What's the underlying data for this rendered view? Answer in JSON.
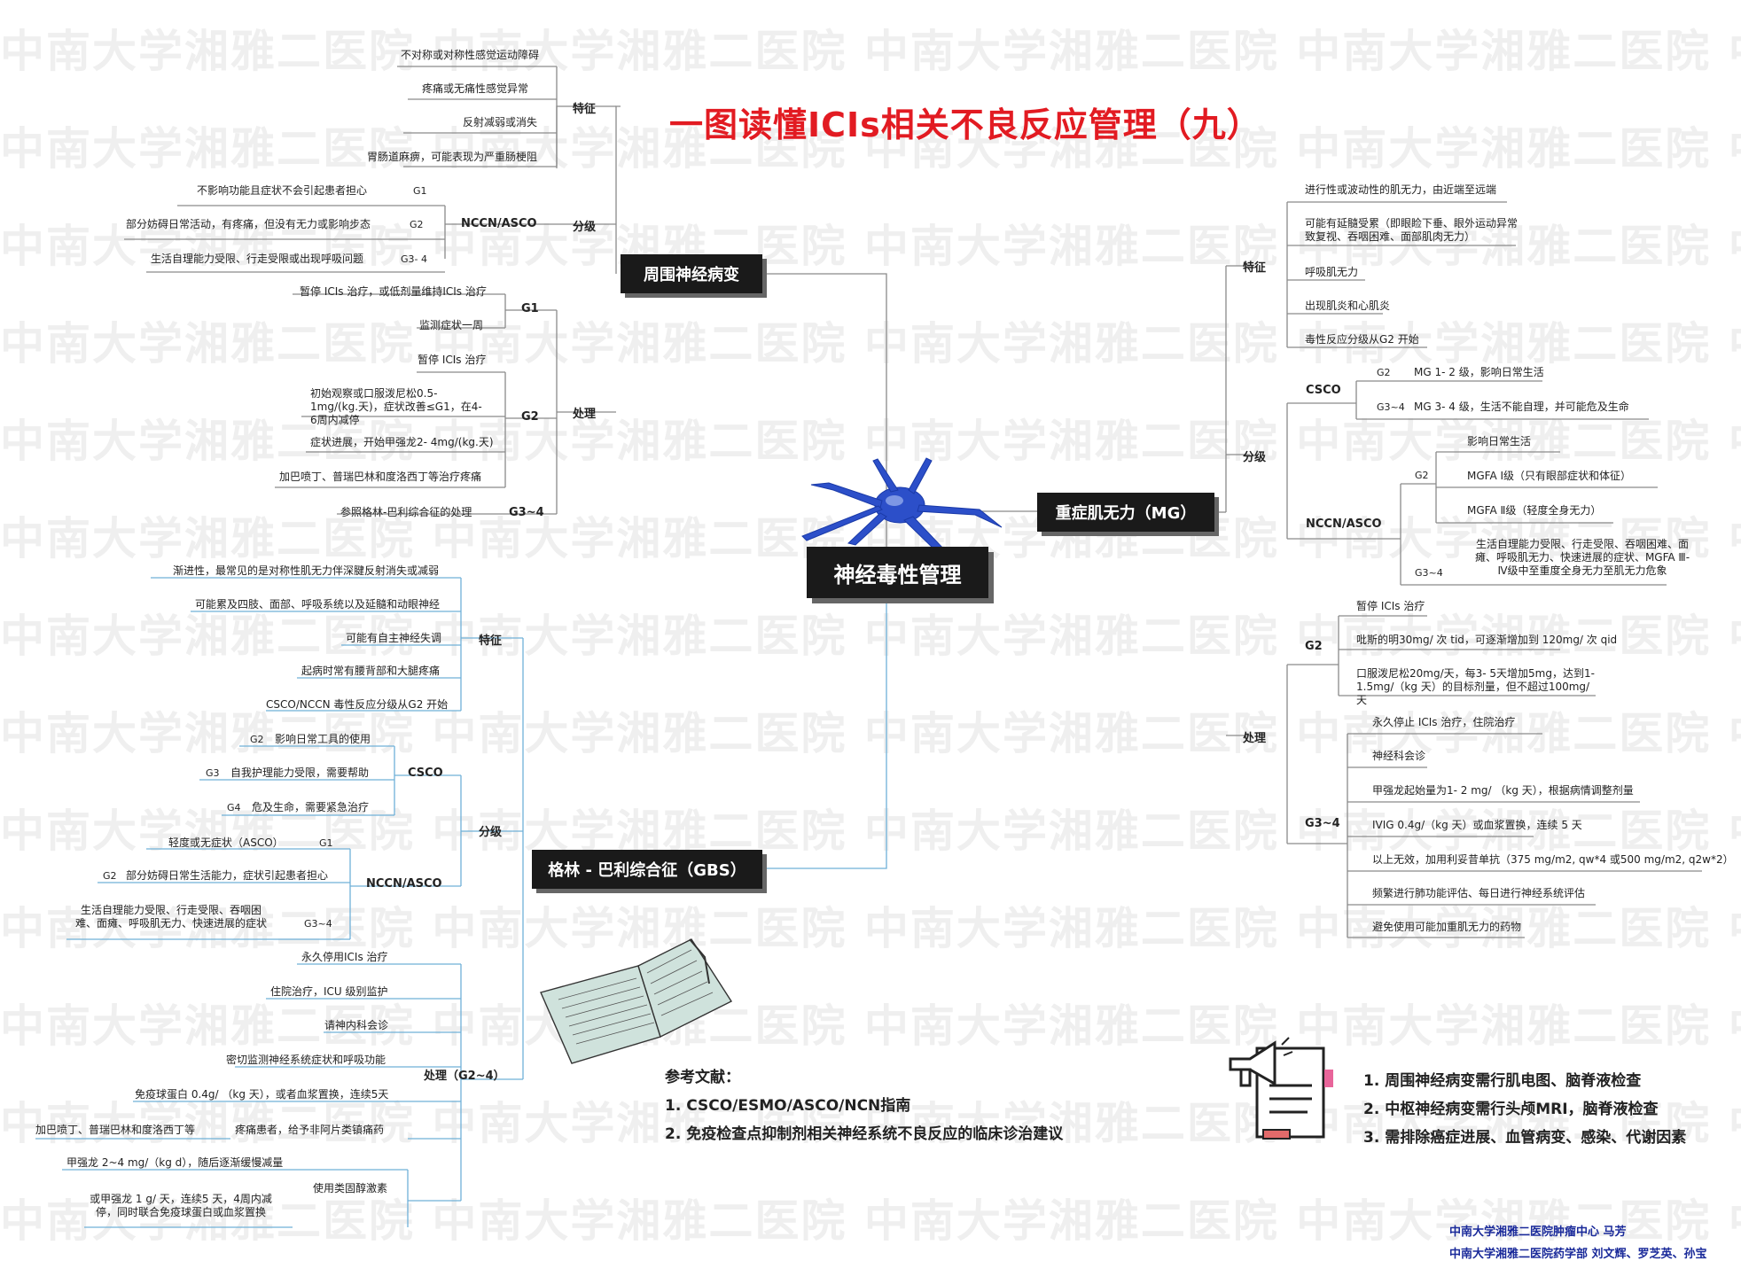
{
  "watermark": "中南大学湘雅二医院  中南大学湘雅二医院  中南大学湘雅二医院  中南大学湘雅二医院  中南",
  "title": "一图读懂ICIs相关不良反应管理（九）",
  "center": "神经毒性管理",
  "pn": {
    "label": "周围神经病变",
    "feature_tag": "特征",
    "features": [
      "不对称或对称性感觉运动障碍",
      "疼痛或无痛性感觉异常",
      "反射减弱或消失",
      "胃肠道麻痹，可能表现为严重肠梗阻"
    ],
    "grading_tag": "分级",
    "grading_sub": "NCCN/ASCO",
    "grades": [
      {
        "g": "G1",
        "text": "不影响功能且症状不会引起患者担心"
      },
      {
        "g": "G2",
        "text": "部分妨碍日常活动，有疼痛，但没有无力或影响步态"
      },
      {
        "g": "G3- 4",
        "text": "生活自理能力受限、行走受限或出现呼吸问题"
      }
    ],
    "treat_tag": "处理",
    "t_g1": "G1",
    "t_g1_items": [
      "暂停 ICIs 治疗，或低剂量维持ICIs 治疗",
      "监测症状一周"
    ],
    "t_g2": "G2",
    "t_g2_items": [
      "暂停 ICIs 治疗",
      "初始观察或口服泼尼松0.5- 1mg/(kg.天)，症状改善≤G1，在4-6周内减停",
      "症状进展，开始甲强龙2- 4mg/(kg.天)",
      "加巴喷丁、普瑞巴林和度洛西丁等治疗疼痛"
    ],
    "t_g34": "G3~4",
    "t_g34_item": "参照格林-巴利综合征的处理"
  },
  "mg": {
    "label": "重症肌无力（MG）",
    "feature_tag": "特征",
    "features": [
      "进行性或波动性的肌无力，由近端至远端",
      "可能有延髓受累（即眼睑下垂、眼外运动异常致复视、吞咽困难、面部肌肉无力）",
      "呼吸肌无力",
      "出现肌炎和心肌炎",
      "毒性反应分级从G2 开始"
    ],
    "grading_tag": "分级",
    "csco": "CSCO",
    "csco_grades": [
      {
        "g": "G2",
        "text": "MG 1- 2 级，影响日常生活"
      },
      {
        "g": "G3~4",
        "text": "MG 3- 4 级，生活不能自理，并可能危及生命"
      }
    ],
    "nccn": "NCCN/ASCO",
    "nccn_g2": "G2",
    "nccn_g2_items": [
      "影响日常生活",
      "MGFA Ⅰ级（只有眼部症状和体征）",
      "MGFA Ⅱ级（轻度全身无力）"
    ],
    "nccn_g34": "G3~4",
    "nccn_g34_text": "生活自理能力受限、行走受限、吞咽困难、面瘫、呼吸肌无力、快速进展的症状、MGFA Ⅲ-Ⅳ级中至重度全身无力至肌无力危象",
    "treat_tag": "处理",
    "t_g2": "G2",
    "t_g2_items": [
      "暂停 ICIs 治疗",
      "吡斯的明30mg/ 次 tid，可逐渐增加到 120mg/ 次 qid",
      "口服泼尼松20mg/天，每3- 5天增加5mg，达到1-1.5mg/（kg 天）的目标剂量，但不超过100mg/天"
    ],
    "t_g34": "G3~4",
    "t_g34_items": [
      "永久停止 ICIs 治疗，住院治疗",
      "神经科会诊",
      "甲强龙起始量为1- 2 mg/ （kg 天），根据病情调整剂量",
      "IVIG 0.4g/（kg 天）或血浆置换，连续 5 天",
      "以上无效，加用利妥昔单抗（375 mg/m2, qw*4 或500 mg/m2, q2w*2）",
      "频繁进行肺功能评估、每日进行神经系统评估",
      "避免使用可能加重肌无力的药物"
    ]
  },
  "gbs": {
    "label": "格林 - 巴利综合征（GBS）",
    "feature_tag": "特征",
    "features": [
      "渐进性，最常见的是对称性肌无力伴深腱反射消失或减弱",
      "可能累及四肢、面部、呼吸系统以及延髓和动眼神经",
      "可能有自主神经失调",
      "起病时常有腰背部和大腿疼痛",
      "CSCO/NCCN 毒性反应分级从G2 开始"
    ],
    "grading_tag": "分级",
    "csco": "CSCO",
    "csco_grades": [
      {
        "g": "G2",
        "text": "影响日常工具的使用"
      },
      {
        "g": "G3",
        "text": "自我护理能力受限，需要帮助"
      },
      {
        "g": "G4",
        "text": "危及生命，需要紧急治疗"
      }
    ],
    "nccn": "NCCN/ASCO",
    "nccn_grades": [
      {
        "g": "G1",
        "text": "轻度或无症状（ASCO）"
      },
      {
        "g": "G2",
        "text": "部分妨碍日常生活能力，症状引起患者担心"
      },
      {
        "g": "G3~4",
        "text": "生活自理能力受限、行走受限、吞咽困难、面瘫、呼吸肌无力、快速进展的症状"
      }
    ],
    "treat_tag": "处理（G2~4）",
    "treat_items": [
      "永久停用ICIs 治疗",
      "住院治疗，ICU 级别监护",
      "请神内科会诊",
      "密切监测神经系统症状和呼吸功能",
      "免疫球蛋白 0.4g/ （kg 天），或者血浆置换，连续5天"
    ],
    "pain_tag": "疼痛患者，给予非阿片类镇痛药",
    "pain_item": "加巴喷丁、普瑞巴林和度洛西丁等",
    "steroid_tag": "使用类固醇激素",
    "steroid_items": [
      "甲强龙 2~4 mg/（kg d），随后逐渐缓慢减量",
      "或甲强龙 1 g/ 天，连续5 天，4周内减停，同时联合免疫球蛋白或血浆置换"
    ]
  },
  "refs": {
    "heading": "参考文献：",
    "items": [
      "1. CSCO/ESMO/ASCO/NCN指南",
      "2. 免疫检查点抑制剂相关神经系统不良反应的临床诊治建议"
    ]
  },
  "notes": [
    "1. 周围神经病变需行肌电图、脑脊液检查",
    "2. 中枢神经病变需行头颅MRI，脑脊液检查",
    "3. 需排除癌症进展、血管病变、感染、代谢因素"
  ],
  "credits": [
    "中南大学湘雅二医院肿瘤中心 马芳",
    "中南大学湘雅二医院药学部 刘文辉、罗芝英、孙宝"
  ],
  "colors": {
    "title": "#e21b22",
    "node_bg": "#1a1a1a",
    "credit": "#1a2a9a",
    "line_gray": "#8a8a8a",
    "line_blue": "#6fb0d8",
    "neuron": "#2c4fc9"
  }
}
